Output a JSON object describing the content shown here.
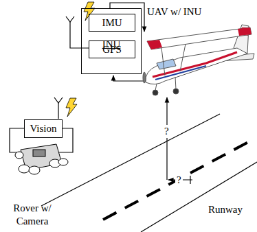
{
  "diagram": {
    "nodes": [
      {
        "text": [
          "INU"
        ]
      },
      {
        "text": [
          "IMU"
        ],
        "in": 0
      },
      {
        "text": [
          "GPS"
        ],
        "in": 0
      },
      {
        "text": [
          "Vision"
        ]
      }
    ],
    "labels": [
      "UAV w/ INU",
      "?",
      "?",
      "Rover w/ Camera",
      "Runway"
    ]
  }
}
